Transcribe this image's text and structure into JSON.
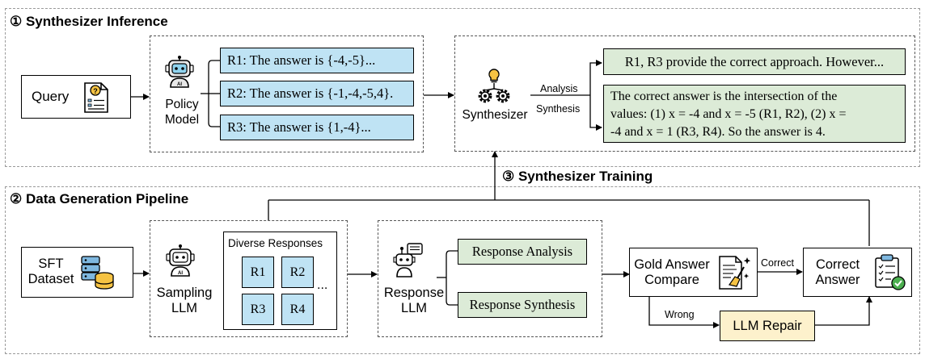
{
  "sections": {
    "inference_title": "① Synthesizer Inference",
    "pipeline_title": "② Data Generation Pipeline",
    "training_title": "③ Synthesizer Training"
  },
  "inference": {
    "query": "Query",
    "policy_model": [
      "Policy",
      "Model"
    ],
    "responses": [
      "R1: The answer is {-4,-5}...",
      "R2: The answer is {-1,-4,-5,4}.",
      "R3: The answer is {1,-4}..."
    ],
    "synthesizer": "Synthesizer",
    "analysis_label": "Analysis",
    "synthesis_label": "Synthesis",
    "analysis_output": "R1, R3 provide the correct approach. However...",
    "synthesis_output": [
      "The correct answer is the intersection of the",
      "values: (1) x = -4 and x = -5 (R1, R2), (2) x =",
      "-4 and x = 1 (R3, R4). So the answer is 4."
    ]
  },
  "pipeline": {
    "sft_dataset": [
      "SFT",
      "Dataset"
    ],
    "sampling_llm": [
      "Sampling",
      "LLM"
    ],
    "diverse_title": "Diverse Responses",
    "r_labels": [
      "R1",
      "R2",
      "R3",
      "R4"
    ],
    "ellipsis": "...",
    "response_llm": [
      "Response",
      "LLM"
    ],
    "response_analysis": "Response Analysis",
    "response_synthesis": "Response Synthesis",
    "gold_compare": [
      "Gold Answer",
      "Compare"
    ],
    "correct_label": "Correct",
    "wrong_label": "Wrong",
    "correct_answer": [
      "Correct",
      "Answer"
    ],
    "llm_repair": "LLM Repair"
  },
  "colors": {
    "response_blue": "#bfe3f4",
    "analysis_green": "#dcebd7",
    "repair_yellow": "#fdf1cc"
  }
}
